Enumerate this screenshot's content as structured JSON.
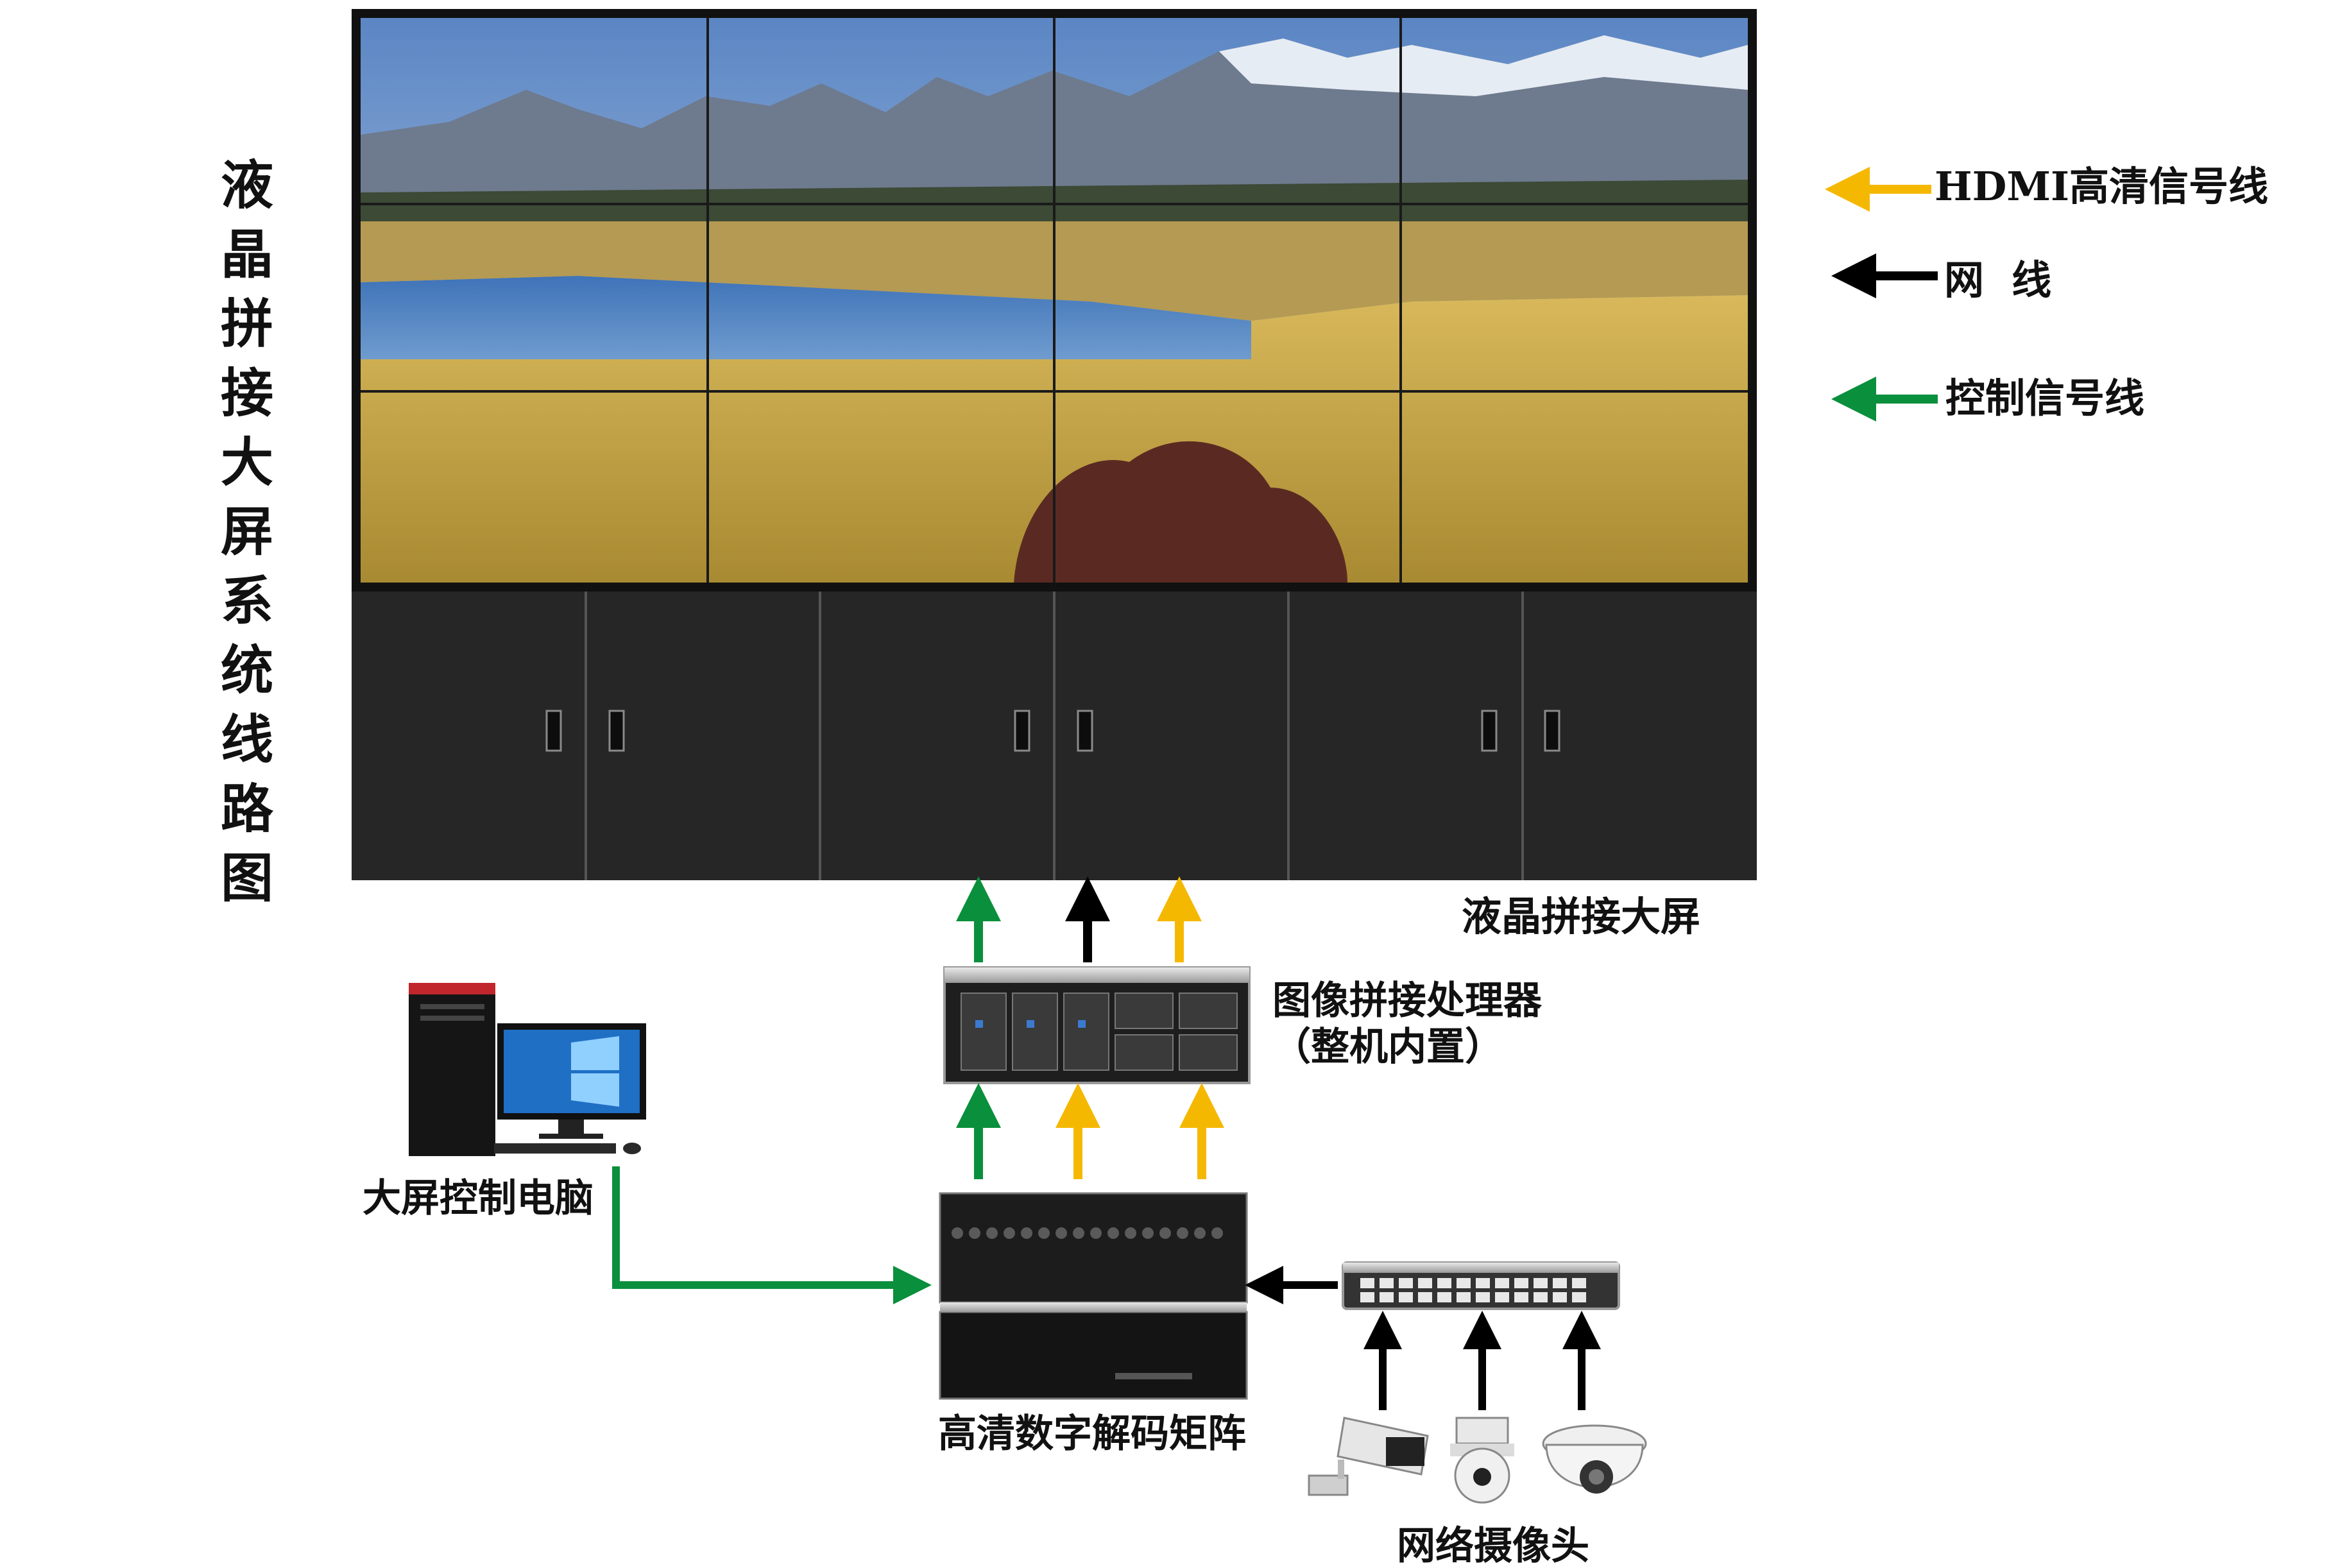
{
  "title_vertical": "液晶拼接大屏系统线路图",
  "legend": [
    {
      "label": "HDMI高清信号线",
      "color": "#f5b800"
    },
    {
      "label": "网  线",
      "color": "#000000"
    },
    {
      "label": "控制信号线",
      "color": "#0a8f3c"
    }
  ],
  "labels": {
    "video_wall": "液晶拼接大屏",
    "processor_line1": "图像拼接处理器",
    "processor_line2": "（整机内置）",
    "control_pc": "大屏控制电脑",
    "decoder_matrix": "高清数字解码矩阵",
    "ip_cameras": "网络摄像头"
  },
  "colors": {
    "hdmi": "#f5b800",
    "network": "#000000",
    "control": "#0a8f3c",
    "cabinet": "#262626",
    "device": "#1c1c1c"
  }
}
